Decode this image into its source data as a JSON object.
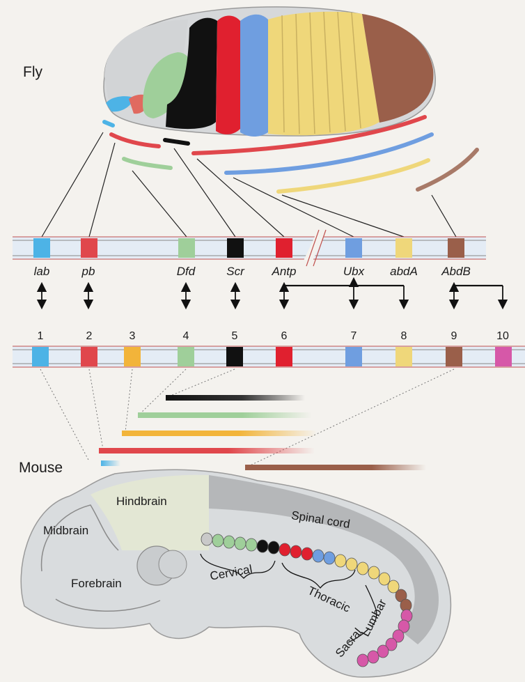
{
  "species": {
    "fly": "Fly",
    "mouse": "Mouse"
  },
  "fly_genes": [
    "lab",
    "pb",
    "Dfd",
    "Scr",
    "Antp",
    "Ubx",
    "abdA",
    "AbdB"
  ],
  "mouse_paralog_groups": [
    "1",
    "2",
    "3",
    "4",
    "5",
    "6",
    "7",
    "8",
    "9",
    "10"
  ],
  "brain_regions": {
    "hindbrain": "Hindbrain",
    "midbrain": "Midbrain",
    "forebrain": "Forebrain"
  },
  "spinal_regions": {
    "spinal_cord": "Spinal cord",
    "cervical": "Cervical",
    "thoracic": "Thoracic",
    "lumbar": "Lumbar",
    "sacral": "Sacral"
  },
  "colors": {
    "lab": "#4db3e6",
    "pb": "#e0474c",
    "hox3": "#f2b43a",
    "Dfd": "#9fcf9a",
    "Scr": "#111111",
    "Antp": "#e0202f",
    "Ubx": "#6f9ee0",
    "abdA": "#efd77a",
    "AbdB": "#9a5f4a",
    "hox10": "#d658a8",
    "embryo": "#d9dcde",
    "background": "#f4f2ee"
  }
}
